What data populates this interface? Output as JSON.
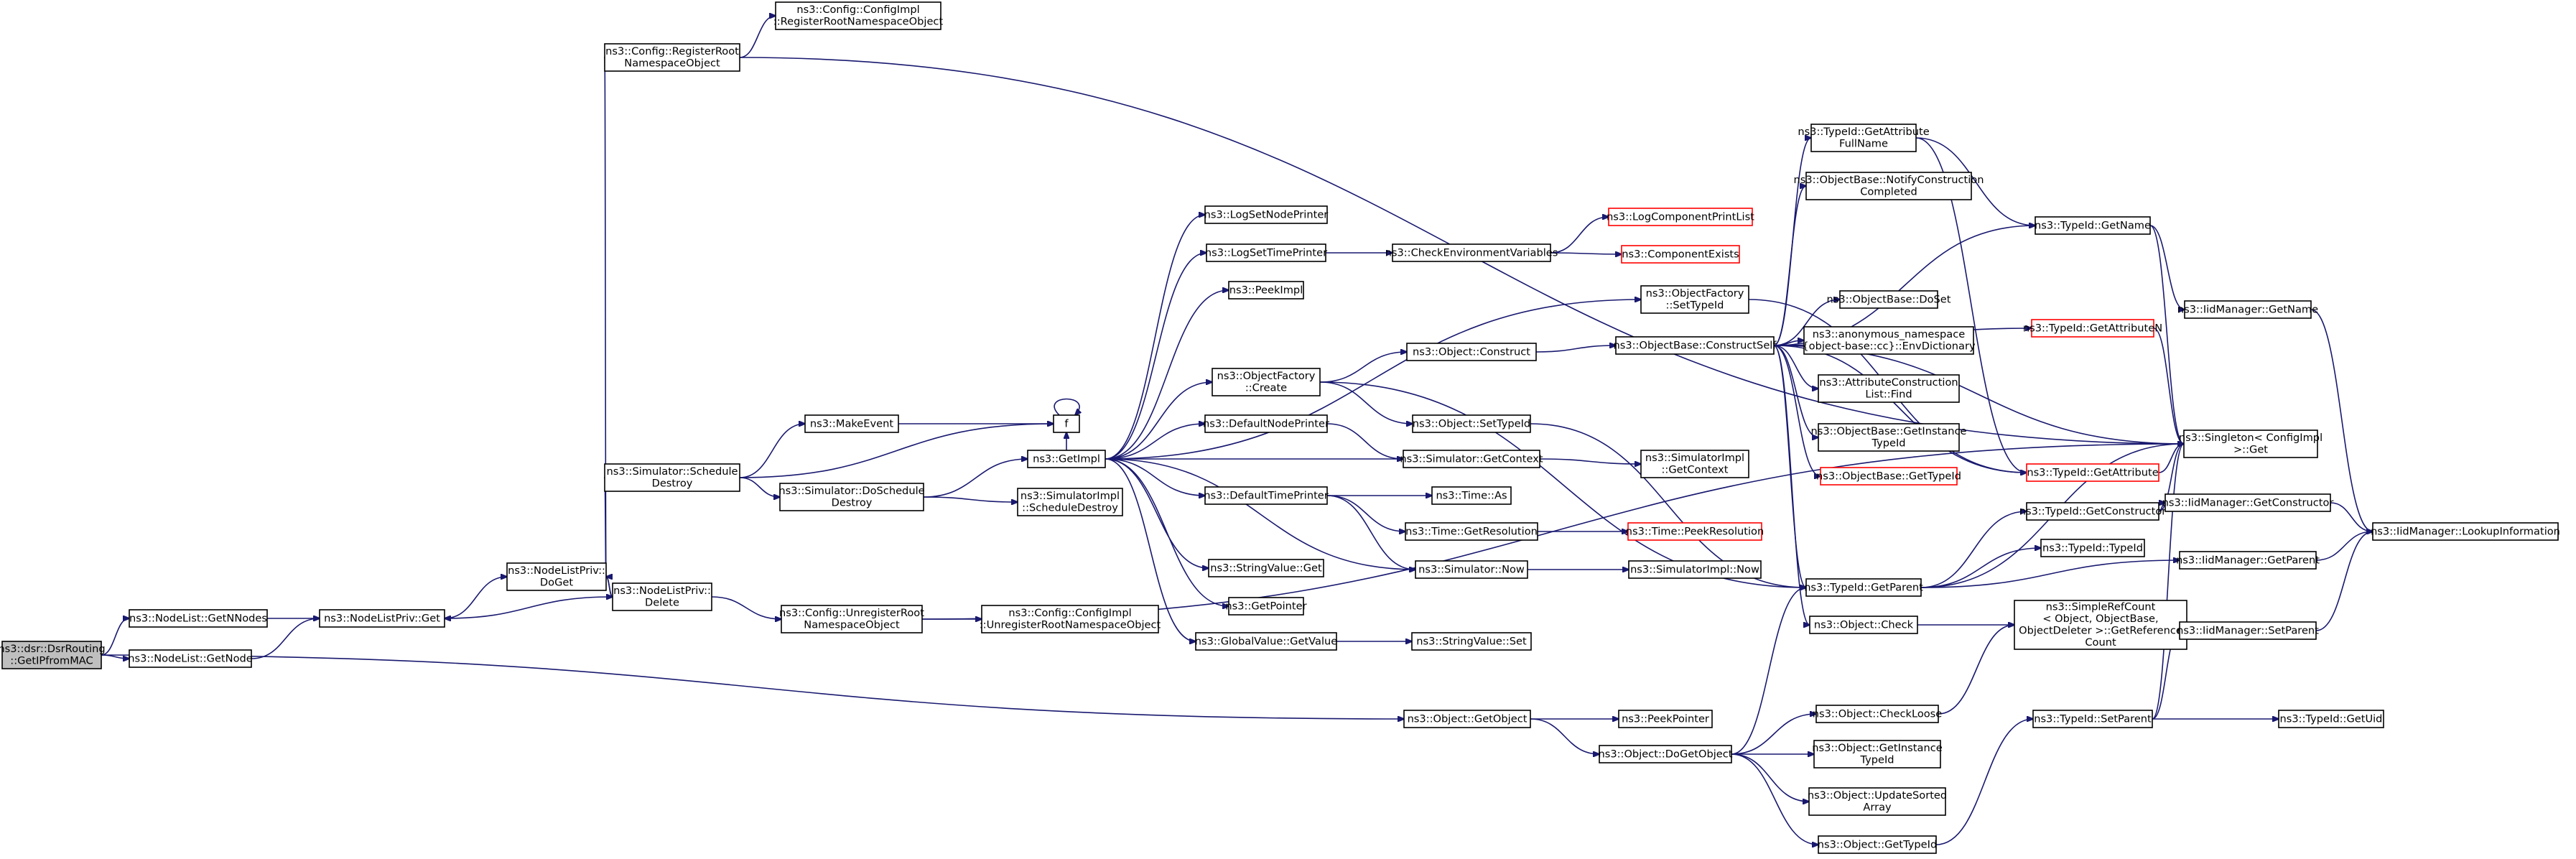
{
  "diagram": {
    "root": "root",
    "nodes": [
      {
        "id": "root",
        "lines": [
          "ns3::dsr::DsrRouting",
          "::GetIPfromMAC"
        ],
        "root": true
      },
      {
        "id": "getnnodes",
        "lines": [
          "ns3::NodeList::GetNNodes"
        ]
      },
      {
        "id": "getnode",
        "lines": [
          "ns3::NodeList::GetNode"
        ]
      },
      {
        "id": "nlp_get",
        "lines": [
          "ns3::NodeListPriv::Get"
        ]
      },
      {
        "id": "nlp_doget",
        "lines": [
          "ns3::NodeListPriv::",
          "DoGet"
        ]
      },
      {
        "id": "nlp_delete",
        "lines": [
          "ns3::NodeListPriv::",
          "Delete"
        ]
      },
      {
        "id": "reg_root",
        "lines": [
          "ns3::Config::RegisterRoot",
          "NamespaceObject"
        ]
      },
      {
        "id": "cfg_reg_root",
        "lines": [
          "ns3::Config::ConfigImpl",
          "::RegisterRootNamespaceObject"
        ]
      },
      {
        "id": "sched_destroy",
        "lines": [
          "ns3::Simulator::Schedule",
          "Destroy"
        ]
      },
      {
        "id": "make_event",
        "lines": [
          "ns3::MakeEvent"
        ]
      },
      {
        "id": "f",
        "lines": [
          "f"
        ]
      },
      {
        "id": "do_sched_destroy",
        "lines": [
          "ns3::Simulator::DoSchedule",
          "Destroy"
        ]
      },
      {
        "id": "unreg_root",
        "lines": [
          "ns3::Config::UnregisterRoot",
          "NamespaceObject"
        ]
      },
      {
        "id": "cfg_unreg_root",
        "lines": [
          "ns3::Config::ConfigImpl",
          "::UnregisterRootNamespaceObject"
        ]
      },
      {
        "id": "getimpl",
        "lines": [
          "ns3::GetImpl"
        ]
      },
      {
        "id": "simimpl_sched_destroy",
        "lines": [
          "ns3::SimulatorImpl",
          "::ScheduleDestroy"
        ]
      },
      {
        "id": "log_node_printer",
        "lines": [
          "ns3::LogSetNodePrinter"
        ]
      },
      {
        "id": "log_time_printer",
        "lines": [
          "ns3::LogSetTimePrinter"
        ]
      },
      {
        "id": "peekimpl",
        "lines": [
          "ns3::PeekImpl"
        ]
      },
      {
        "id": "of_create",
        "lines": [
          "ns3::ObjectFactory",
          "::Create"
        ]
      },
      {
        "id": "default_node_printer",
        "lines": [
          "ns3::DefaultNodePrinter"
        ]
      },
      {
        "id": "default_time_printer",
        "lines": [
          "ns3::DefaultTimePrinter"
        ]
      },
      {
        "id": "stringvalue_get",
        "lines": [
          "ns3::StringValue::Get"
        ]
      },
      {
        "id": "getpointer",
        "lines": [
          "ns3::GetPointer"
        ]
      },
      {
        "id": "globalvalue_getvalue",
        "lines": [
          "ns3::GlobalValue::GetValue"
        ]
      },
      {
        "id": "check_env",
        "lines": [
          "ns3::CheckEnvironmentVariables"
        ]
      },
      {
        "id": "log_comp_print_list",
        "lines": [
          "ns3::LogComponentPrintList"
        ],
        "red": true
      },
      {
        "id": "component_exists",
        "lines": [
          "ns3::ComponentExists"
        ],
        "red": true
      },
      {
        "id": "of_settypeid",
        "lines": [
          "ns3::ObjectFactory",
          "::SetTypeId"
        ]
      },
      {
        "id": "obj_construct",
        "lines": [
          "ns3::Object::Construct"
        ]
      },
      {
        "id": "obj_settypeid",
        "lines": [
          "ns3::Object::SetTypeId"
        ]
      },
      {
        "id": "sim_getcontext",
        "lines": [
          "ns3::Simulator::GetContext"
        ]
      },
      {
        "id": "simimpl_getcontext",
        "lines": [
          "ns3::SimulatorImpl",
          "::GetContext"
        ]
      },
      {
        "id": "time_as",
        "lines": [
          "ns3::Time::As"
        ]
      },
      {
        "id": "time_getres",
        "lines": [
          "ns3::Time::GetResolution"
        ]
      },
      {
        "id": "time_peekres",
        "lines": [
          "ns3::Time::PeekResolution"
        ],
        "red": true
      },
      {
        "id": "sim_now",
        "lines": [
          "ns3::Simulator::Now"
        ]
      },
      {
        "id": "simimpl_now",
        "lines": [
          "ns3::SimulatorImpl::Now"
        ]
      },
      {
        "id": "stringvalue_set",
        "lines": [
          "ns3::StringValue::Set"
        ]
      },
      {
        "id": "ob_constructself",
        "lines": [
          "ns3::ObjectBase::ConstructSelf"
        ]
      },
      {
        "id": "tid_getattr_fullname",
        "lines": [
          "ns3::TypeId::GetAttribute",
          "FullName"
        ]
      },
      {
        "id": "ob_notify_construction",
        "lines": [
          "ns3::ObjectBase::NotifyConstruction",
          "Completed"
        ]
      },
      {
        "id": "ob_doset",
        "lines": [
          "ns3::ObjectBase::DoSet"
        ]
      },
      {
        "id": "anon_envdict",
        "lines": [
          "ns3::anonymous_namespace",
          "{object-base::cc}::EnvDictionary"
        ]
      },
      {
        "id": "attr_construction_find",
        "lines": [
          "ns3::AttributeConstruction",
          "List::Find"
        ]
      },
      {
        "id": "ob_getinstancetypeid",
        "lines": [
          "ns3::ObjectBase::GetInstance",
          "TypeId"
        ]
      },
      {
        "id": "ob_gettypeid",
        "lines": [
          "ns3::ObjectBase::GetTypeId"
        ],
        "red": true
      },
      {
        "id": "tid_getname",
        "lines": [
          "ns3::TypeId::GetName"
        ]
      },
      {
        "id": "tid_getattrn",
        "lines": [
          "ns3::TypeId::GetAttributeN"
        ],
        "red": true
      },
      {
        "id": "tid_getattr",
        "lines": [
          "ns3::TypeId::GetAttribute"
        ],
        "red": true
      },
      {
        "id": "tid_getconstructor",
        "lines": [
          "ns3::TypeId::GetConstructor"
        ]
      },
      {
        "id": "tid_typeid",
        "lines": [
          "ns3::TypeId::TypeId"
        ]
      },
      {
        "id": "tid_getparent",
        "lines": [
          "ns3::TypeId::GetParent"
        ]
      },
      {
        "id": "obj_check",
        "lines": [
          "ns3::Object::Check"
        ]
      },
      {
        "id": "simplerefcount",
        "lines": [
          "ns3::SimpleRefCount",
          "< Object, ObjectBase,",
          "ObjectDeleter >::GetReference",
          "Count"
        ]
      },
      {
        "id": "iid_getname",
        "lines": [
          "ns3::IidManager::GetName"
        ]
      },
      {
        "id": "singleton_get",
        "lines": [
          "ns3::Singleton< ConfigImpl",
          " >::Get"
        ]
      },
      {
        "id": "iid_getconstructor",
        "lines": [
          "ns3::IidManager::GetConstructor"
        ]
      },
      {
        "id": "iid_lookup",
        "lines": [
          "ns3::IidManager::LookupInformation"
        ]
      },
      {
        "id": "iid_getparent",
        "lines": [
          "ns3::IidManager::GetParent"
        ]
      },
      {
        "id": "iid_setparent",
        "lines": [
          "ns3::IidManager::SetParent"
        ]
      },
      {
        "id": "obj_getobject",
        "lines": [
          "ns3::Object::GetObject"
        ]
      },
      {
        "id": "peekpointer",
        "lines": [
          "ns3::PeekPointer"
        ]
      },
      {
        "id": "obj_dogetobject",
        "lines": [
          "ns3::Object::DoGetObject"
        ]
      },
      {
        "id": "obj_checkloose",
        "lines": [
          "ns3::Object::CheckLoose"
        ]
      },
      {
        "id": "obj_getinstancetypeid",
        "lines": [
          "ns3::Object::GetInstance",
          "TypeId"
        ]
      },
      {
        "id": "obj_updatesorted",
        "lines": [
          "ns3::Object::UpdateSorted",
          "Array"
        ]
      },
      {
        "id": "obj_gettypeid",
        "lines": [
          "ns3::Object::GetTypeId"
        ]
      },
      {
        "id": "tid_setparent",
        "lines": [
          "ns3::TypeId::SetParent"
        ]
      },
      {
        "id": "tid_getuid",
        "lines": [
          "ns3::TypeId::GetUid"
        ]
      }
    ],
    "edges": [
      [
        "root",
        "getnnodes"
      ],
      [
        "root",
        "getnode"
      ],
      [
        "root",
        "obj_getobject"
      ],
      [
        "getnnodes",
        "nlp_get"
      ],
      [
        "getnode",
        "nlp_get"
      ],
      [
        "nlp_get",
        "nlp_doget"
      ],
      [
        "nlp_doget",
        "reg_root"
      ],
      [
        "nlp_doget",
        "sched_destroy"
      ],
      [
        "nlp_doget",
        "nlp_delete"
      ],
      [
        "nlp_delete",
        "nlp_get"
      ],
      [
        "nlp_delete",
        "nlp_doget"
      ],
      [
        "nlp_delete",
        "unreg_root"
      ],
      [
        "reg_root",
        "cfg_reg_root"
      ],
      [
        "reg_root",
        "singleton_get"
      ],
      [
        "sched_destroy",
        "make_event"
      ],
      [
        "sched_destroy",
        "f"
      ],
      [
        "sched_destroy",
        "do_sched_destroy"
      ],
      [
        "make_event",
        "f"
      ],
      [
        "f",
        "f"
      ],
      [
        "do_sched_destroy",
        "getimpl"
      ],
      [
        "do_sched_destroy",
        "simimpl_sched_destroy"
      ],
      [
        "unreg_root",
        "cfg_unreg_root"
      ],
      [
        "unreg_root",
        "singleton_get"
      ],
      [
        "getimpl",
        "f"
      ],
      [
        "getimpl",
        "log_node_printer"
      ],
      [
        "getimpl",
        "log_time_printer"
      ],
      [
        "getimpl",
        "peekimpl"
      ],
      [
        "getimpl",
        "of_settypeid"
      ],
      [
        "getimpl",
        "of_create"
      ],
      [
        "getimpl",
        "default_node_printer"
      ],
      [
        "getimpl",
        "sim_getcontext"
      ],
      [
        "getimpl",
        "default_time_printer"
      ],
      [
        "getimpl",
        "stringvalue_get"
      ],
      [
        "getimpl",
        "getpointer"
      ],
      [
        "getimpl",
        "globalvalue_getvalue"
      ],
      [
        "getimpl",
        "sim_now"
      ],
      [
        "log_time_printer",
        "check_env"
      ],
      [
        "check_env",
        "log_comp_print_list"
      ],
      [
        "check_env",
        "component_exists"
      ],
      [
        "of_create",
        "obj_construct"
      ],
      [
        "of_create",
        "obj_settypeid"
      ],
      [
        "of_create",
        "tid_getparent"
      ],
      [
        "obj_construct",
        "ob_constructself"
      ],
      [
        "default_node_printer",
        "sim_getcontext"
      ],
      [
        "sim_getcontext",
        "simimpl_getcontext"
      ],
      [
        "default_time_printer",
        "time_as"
      ],
      [
        "default_time_printer",
        "time_getres"
      ],
      [
        "default_time_printer",
        "sim_now"
      ],
      [
        "time_getres",
        "time_peekres"
      ],
      [
        "sim_now",
        "simimpl_now"
      ],
      [
        "globalvalue_getvalue",
        "stringvalue_set"
      ],
      [
        "of_settypeid",
        "tid_getattr"
      ],
      [
        "ob_constructself",
        "tid_getattr_fullname"
      ],
      [
        "ob_constructself",
        "ob_notify_construction"
      ],
      [
        "ob_constructself",
        "tid_getname"
      ],
      [
        "ob_constructself",
        "ob_doset"
      ],
      [
        "ob_constructself",
        "anon_envdict"
      ],
      [
        "ob_constructself",
        "attr_construction_find"
      ],
      [
        "ob_constructself",
        "ob_getinstancetypeid"
      ],
      [
        "ob_constructself",
        "ob_gettypeid"
      ],
      [
        "ob_constructself",
        "tid_getattrn"
      ],
      [
        "ob_constructself",
        "tid_getattr"
      ],
      [
        "ob_constructself",
        "tid_getparent"
      ],
      [
        "ob_constructself",
        "obj_check"
      ],
      [
        "ob_constructself",
        "singleton_get"
      ],
      [
        "obj_settypeid",
        "tid_getparent"
      ],
      [
        "tid_getattr_fullname",
        "tid_getname"
      ],
      [
        "tid_getattr_fullname",
        "tid_getattr"
      ],
      [
        "tid_getname",
        "iid_getname"
      ],
      [
        "tid_getname",
        "singleton_get"
      ],
      [
        "tid_getattrn",
        "singleton_get"
      ],
      [
        "tid_getattr",
        "singleton_get"
      ],
      [
        "tid_getconstructor",
        "iid_getconstructor"
      ],
      [
        "tid_getconstructor",
        "singleton_get"
      ],
      [
        "tid_getparent",
        "tid_typeid"
      ],
      [
        "tid_getparent",
        "tid_getconstructor"
      ],
      [
        "tid_getparent",
        "iid_getparent"
      ],
      [
        "tid_getparent",
        "singleton_get"
      ],
      [
        "obj_check",
        "simplerefcount"
      ],
      [
        "iid_getname",
        "iid_lookup"
      ],
      [
        "iid_getconstructor",
        "iid_lookup"
      ],
      [
        "iid_getparent",
        "iid_lookup"
      ],
      [
        "iid_setparent",
        "iid_lookup"
      ],
      [
        "obj_getobject",
        "peekpointer"
      ],
      [
        "obj_getobject",
        "obj_dogetobject"
      ],
      [
        "obj_dogetobject",
        "tid_getparent"
      ],
      [
        "obj_dogetobject",
        "obj_checkloose"
      ],
      [
        "obj_dogetobject",
        "obj_getinstancetypeid"
      ],
      [
        "obj_dogetobject",
        "obj_updatesorted"
      ],
      [
        "obj_dogetobject",
        "obj_gettypeid"
      ],
      [
        "obj_checkloose",
        "simplerefcount"
      ],
      [
        "obj_gettypeid",
        "tid_setparent"
      ],
      [
        "tid_setparent",
        "iid_setparent"
      ],
      [
        "tid_setparent",
        "tid_getuid"
      ],
      [
        "tid_setparent",
        "singleton_get"
      ]
    ],
    "colors": {
      "edge": "#191970",
      "root_fill": "#bfbfbf",
      "missing_border": "#ff0000"
    }
  }
}
